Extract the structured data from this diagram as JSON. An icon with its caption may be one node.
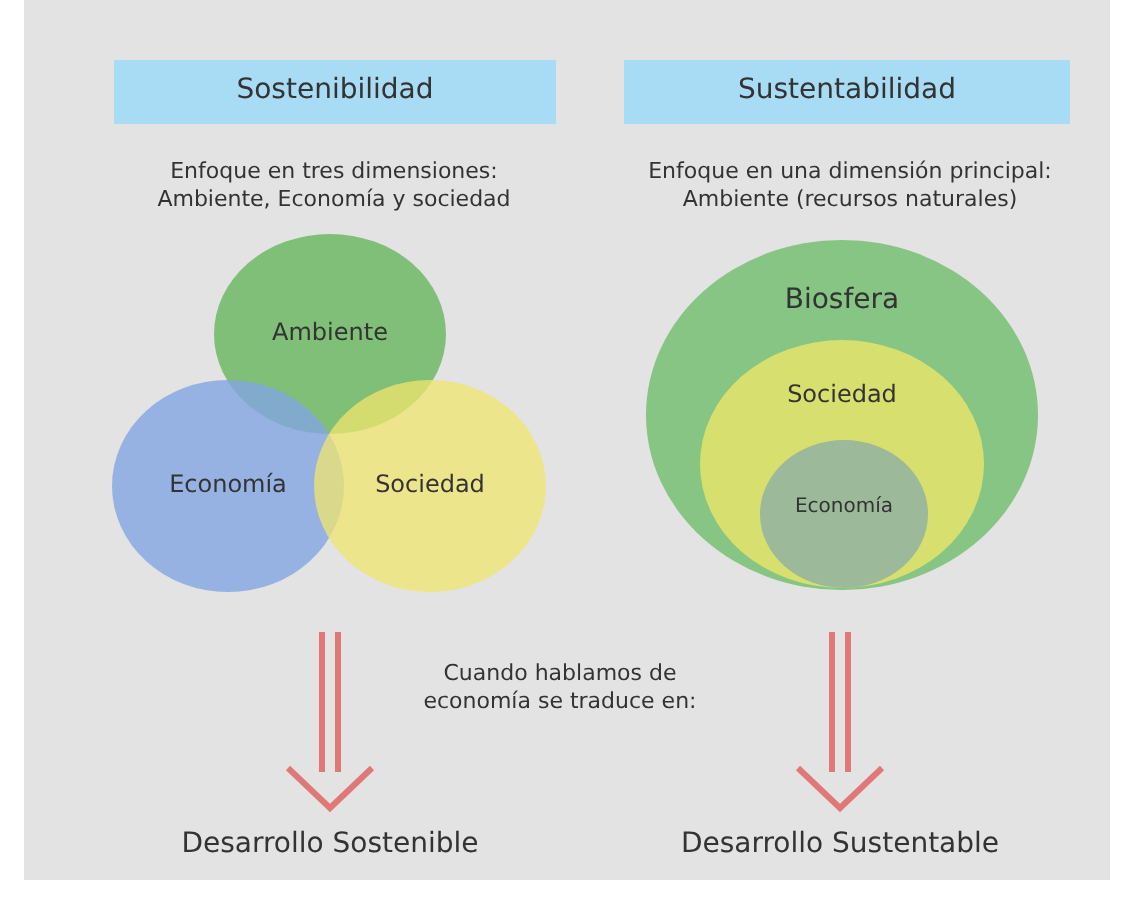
{
  "diagram": {
    "nodes": [
      {
        "text": [
          "Sostenibilidad"
        ]
      },
      {
        "text": [
          "Sustentabilidad"
        ]
      },
      {
        "text": [
          "Ambiente"
        ]
      },
      {
        "text": [
          "Economía"
        ]
      },
      {
        "text": [
          "Sociedad"
        ]
      },
      {
        "text": [
          "Biosfera"
        ]
      },
      {
        "text": [
          "Sociedad"
        ],
        "in": 5
      },
      {
        "text": [
          "Economía"
        ],
        "in": 6
      },
      {
        "text": [
          "Desarrollo Sostenible"
        ]
      },
      {
        "text": [
          "Desarrollo Sustentable"
        ]
      }
    ],
    "edges": [
      {
        "from": null,
        "to": 8,
        "arrow": "to",
        "color": "#e07878"
      },
      {
        "from": null,
        "to": 9,
        "arrow": "to",
        "color": "#e07878"
      }
    ],
    "labels": [
      "Enfoque en tres dimensiones: Ambiente, Economía y sociedad",
      "Enfoque en una dimensión principal: Ambiente (recursos naturales)",
      "Cuando hablamos de economía se traduce en:"
    ]
  }
}
